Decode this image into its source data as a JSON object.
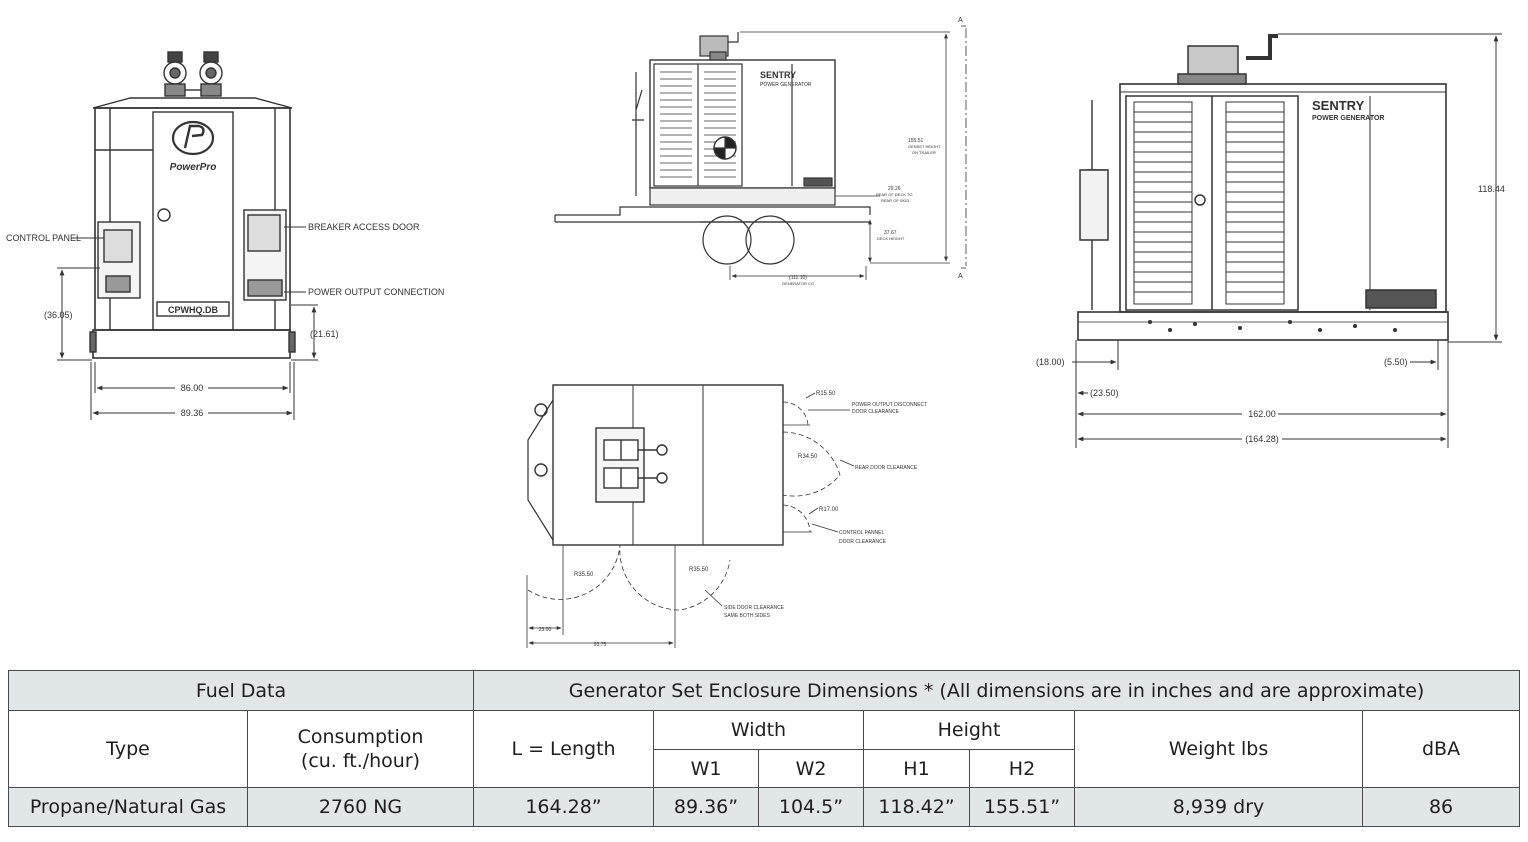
{
  "drawings": {
    "front_view": {
      "brand_logo_text": "PowerPro",
      "panel_text": "CPWHQ.DB",
      "callouts": {
        "control_panel": "CONTROL PANEL",
        "breaker_access_door": "BREAKER ACCESS DOOR",
        "power_output_connection": "POWER OUTPUT CONNECTION"
      },
      "dimensions": {
        "height_left": "(36.05)",
        "height_right": "(21.61)",
        "width_inner": "86.00",
        "width_outer": "89.36"
      }
    },
    "trailer_side_view": {
      "brand_text": "SENTRY",
      "brand_subtext": "POWER GENERATOR",
      "section_marker_top": "A",
      "section_marker_bottom": "A",
      "dimensions": {
        "genset_height": "155.51",
        "genset_height_label_1": "GENSET HEIGHT",
        "genset_height_label_2": "ON TRAILER",
        "rear_deck": "29.26",
        "rear_deck_label_1": "REAR OF DECK TO",
        "rear_deck_label_2": "REAR OF SKID",
        "deck_height": "37.67",
        "deck_height_label": "DECK HEIGHT",
        "generator_cg": "(111.10)",
        "generator_cg_label": "GENERATOR CG"
      }
    },
    "top_view": {
      "radii": {
        "r1": "R15.50",
        "r2": "R34.50",
        "r3": "R17.00",
        "r4": "R35.50",
        "r5": "R35.50"
      },
      "labels": {
        "power_output_1": "POWER OUTPUT DISCONNECT",
        "power_output_2": "DOOR CLEARANCE",
        "rear_door": "REAR DOOR CLEARANCE",
        "control_panel_1": "CONTROL PANNEL",
        "control_panel_2": "DOOR CLEARANCE",
        "side_door_1": "SIDE DOOR CLEARANCE",
        "side_door_2": "SAME BOTH SIDES"
      },
      "dimensions": {
        "d1": "23.00",
        "d2": "93.75"
      }
    },
    "side_view": {
      "brand_text": "SENTRY",
      "brand_subtext": "POWER GENERATOR",
      "dimensions": {
        "height": "118.44",
        "left_overhang": "(18.00)",
        "right_overhang": "(5.50)",
        "skid_offset": "(23.50)",
        "length_inner": "162.00",
        "length_outer": "(164.28)"
      }
    }
  },
  "table": {
    "fuel_header": "Fuel Data",
    "dims_header": "Generator Set Enclosure Dimensions * (All dimensions are in inches and are approximate)",
    "col_type": "Type",
    "col_consumption_1": "Consumption",
    "col_consumption_2": "(cu. ft./hour)",
    "col_length": "L = Length",
    "col_width": "Width",
    "col_height": "Height",
    "col_weight": "Weight lbs",
    "col_dba": "dBA",
    "col_w1": "W1",
    "col_w2": "W2",
    "col_h1": "H1",
    "col_h2": "H2",
    "row": {
      "type": "Propane/Natural Gas",
      "consumption": "2760 NG",
      "length": "164.28”",
      "w1": "89.36”",
      "w2": "104.5”",
      "h1": "118.42”",
      "h2": "155.51”",
      "weight": "8,939 dry",
      "dba": "86"
    }
  }
}
